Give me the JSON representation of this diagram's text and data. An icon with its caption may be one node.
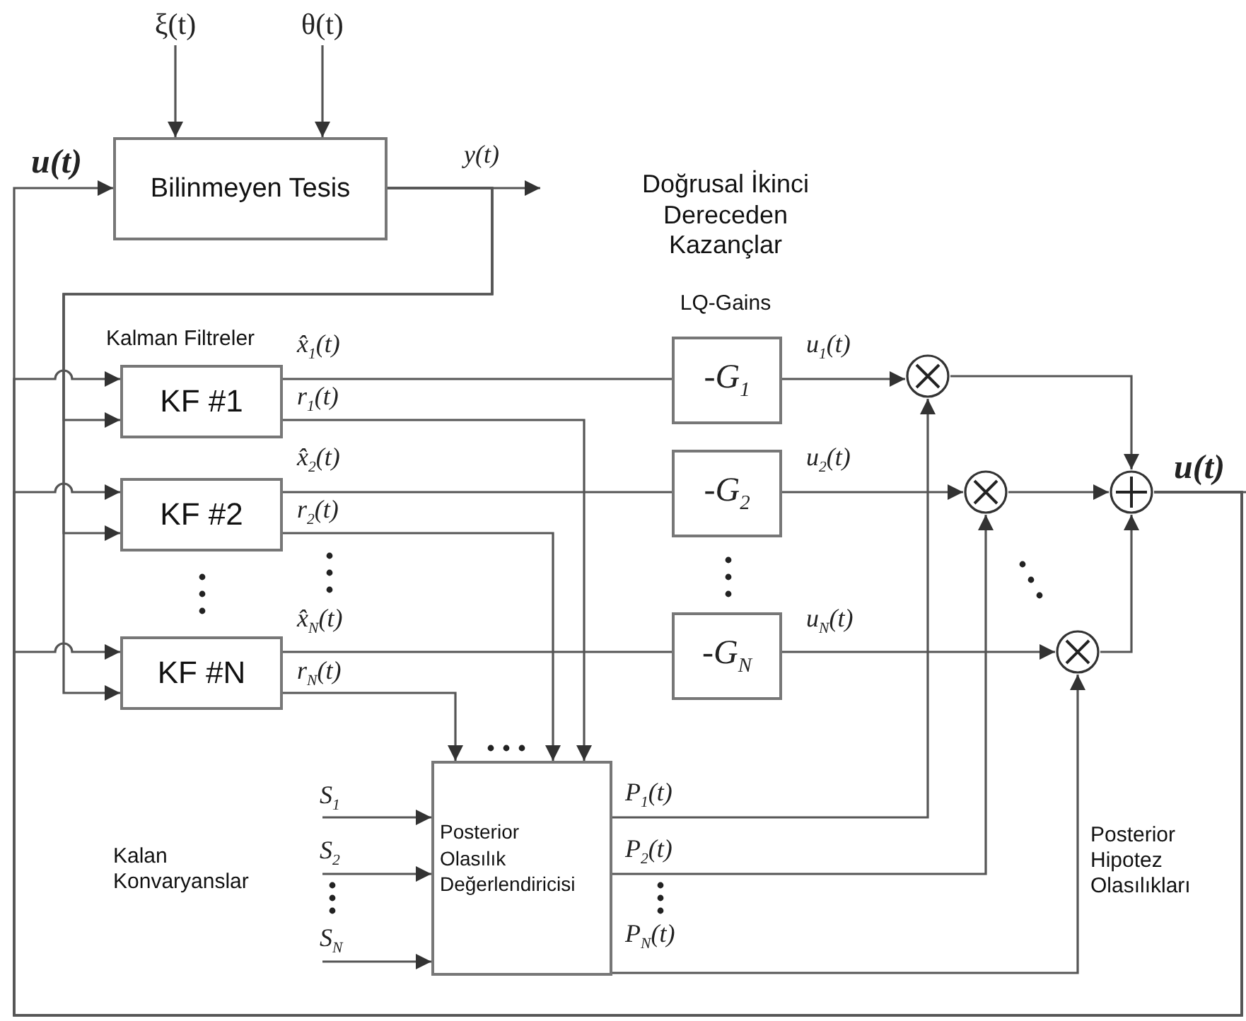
{
  "diagram": {
    "nodes": [
      {
        "text": [
          "ξ(t)"
        ]
      },
      {
        "text": [
          "θ(t)"
        ]
      },
      {
        "text": [
          "Bilinmeyen Tesis"
        ]
      },
      {
        "text": [
          "KF  #1"
        ]
      },
      {
        "text": [
          "KF  #2"
        ]
      },
      {
        "text": [
          "KF  #N"
        ]
      },
      {
        "text": [
          "-G$_{1}$"
        ]
      },
      {
        "text": [
          "-G$_{2}$"
        ]
      },
      {
        "text": [
          "-G$_{N}$"
        ]
      },
      {
        "text": [],
        "shape": "circle"
      },
      {
        "text": [],
        "shape": "circle"
      },
      {
        "text": [],
        "shape": "circle"
      },
      {
        "text": [],
        "shape": "circle"
      },
      {
        "text": [
          "Posterior Olasılık Değerlendiricisi"
        ]
      }
    ],
    "edges": [
      {
        "from": 0,
        "to": 2,
        "arrow": "to"
      },
      {
        "from": 1,
        "to": 2,
        "arrow": "to"
      },
      {
        "from": 2,
        "to": null,
        "arrow": "to",
        "label": "y(t)"
      },
      {
        "from": 2,
        "to": 3,
        "arrow": "to"
      },
      {
        "from": 2,
        "to": 4,
        "arrow": "to"
      },
      {
        "from": 2,
        "to": 5,
        "arrow": "to"
      },
      {
        "from": 12,
        "to": null,
        "arrow": "none",
        "label": "u(t)"
      },
      {
        "from": 12,
        "to": 2,
        "arrow": "to",
        "label": "u(t)"
      },
      {
        "from": 12,
        "to": 3,
        "arrow": "to"
      },
      {
        "from": 12,
        "to": 4,
        "arrow": "to"
      },
      {
        "from": 12,
        "to": 5,
        "arrow": "to"
      },
      {
        "from": 3,
        "to": 6,
        "arrow": "none",
        "label": "x̂$_{1}$(t)"
      },
      {
        "from": 3,
        "to": 13,
        "arrow": "to",
        "label": "r$_{1}$(t)"
      },
      {
        "from": 4,
        "to": 7,
        "arrow": "none",
        "label": "x̂$_{2}$(t)"
      },
      {
        "from": 4,
        "to": 13,
        "arrow": "to",
        "label": "r$_{2}$(t)"
      },
      {
        "from": 5,
        "to": 8,
        "arrow": "none",
        "label": "x̂$_{N}$(t)"
      },
      {
        "from": 5,
        "to": 13,
        "arrow": "to",
        "label": "r$_{N}$(t)"
      },
      {
        "from": 6,
        "to": 9,
        "arrow": "to",
        "label": "u$_{1}$(t)"
      },
      {
        "from": 7,
        "to": 10,
        "arrow": "to",
        "label": "u$_{2}$(t)"
      },
      {
        "from": 8,
        "to": 11,
        "arrow": "to",
        "label": "u$_{N}$(t)"
      },
      {
        "from": 13,
        "to": 9,
        "arrow": "to",
        "label": "P$_{1}$(t)"
      },
      {
        "from": 13,
        "to": 10,
        "arrow": "to",
        "label": "P$_{2}$(t)"
      },
      {
        "from": 13,
        "to": 11,
        "arrow": "to",
        "label": "P$_{N}$(t)"
      },
      {
        "from": 9,
        "to": 12,
        "arrow": "to"
      },
      {
        "from": 10,
        "to": 12,
        "arrow": "to"
      },
      {
        "from": 11,
        "to": 12,
        "arrow": "to"
      },
      {
        "from": null,
        "to": 13,
        "arrow": "to",
        "label": "S$_{1}$"
      },
      {
        "from": null,
        "to": 13,
        "arrow": "to",
        "label": "S$_{2}$"
      },
      {
        "from": null,
        "to": 13,
        "arrow": "to",
        "label": "S$_{N}$"
      }
    ],
    "labels": [
      "Kalman Filtreler",
      "Doğrusal İkinci Dereceden Kazançlar",
      "LQ-Gains",
      "Kalan Konvaryanslar",
      "Posterior Hipotez Olasılıkları"
    ]
  }
}
